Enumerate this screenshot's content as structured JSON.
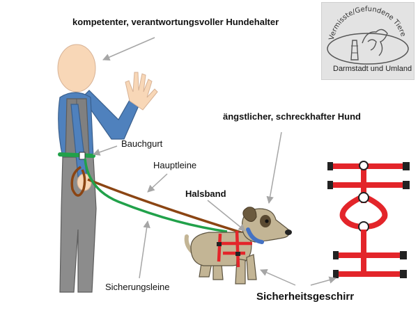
{
  "labels": {
    "owner": "kompetenter, verantwortungsvoller Hundehalter",
    "dog": "ängstlicher, schreckhafter Hund",
    "belly_belt": "Bauchgurt",
    "main_leash": "Hauptleine",
    "collar": "Halsband",
    "safety_leash": "Sicherungsleine",
    "harness": "Sicherheitsgeschirr"
  },
  "logo": {
    "arc_text": "Vermisste/Gefundene Tiere",
    "bottom_text": "Darmstadt und Umland"
  },
  "colors": {
    "skin": "#f8d7b7",
    "shirt": "#4f81bd",
    "pants": "#8c8c8c",
    "belt_green": "#21a14a",
    "leash_brown": "#8b4513",
    "harness_red": "#e3252a",
    "dog_body": "#c3b595",
    "collar_blue": "#4472c4",
    "arrow": "#a6a6a6"
  }
}
